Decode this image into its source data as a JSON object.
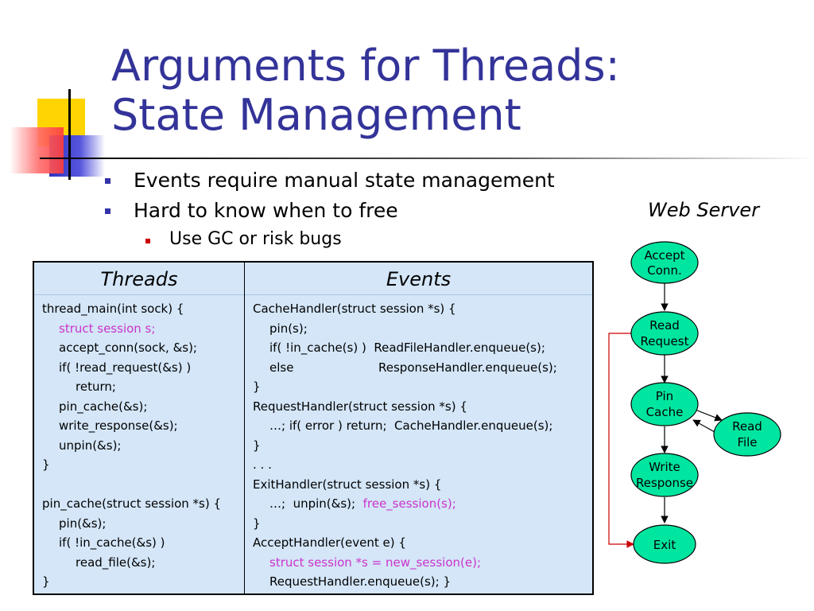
{
  "slide": {
    "title_lines": [
      "Arguments for Threads:",
      "State Management"
    ],
    "bullets": [
      "Events require manual state management",
      "Hard to know when to free"
    ],
    "sub_bullets": [
      "Use GC or risk bugs"
    ]
  },
  "table": {
    "threads_header": "Threads",
    "events_header": "Events",
    "threads_lines": [
      {
        "text": "thread_main(int sock) {",
        "indent": 0,
        "hl": false
      },
      {
        "text": "struct session s;",
        "indent": 1,
        "hl": true
      },
      {
        "text": "accept_conn(sock, &s);",
        "indent": 1,
        "hl": false
      },
      {
        "text": "if( !read_request(&s) )",
        "indent": 1,
        "hl": false
      },
      {
        "text": "return;",
        "indent": 2,
        "hl": false
      },
      {
        "text": "pin_cache(&s);",
        "indent": 1,
        "hl": false
      },
      {
        "text": "write_response(&s);",
        "indent": 1,
        "hl": false
      },
      {
        "text": "unpin(&s);",
        "indent": 1,
        "hl": false
      },
      {
        "text": "}",
        "indent": 0,
        "hl": false
      },
      {
        "text": "",
        "indent": 0,
        "hl": false
      },
      {
        "text": "pin_cache(struct session *s) {",
        "indent": 0,
        "hl": false
      },
      {
        "text": "pin(&s);",
        "indent": 1,
        "hl": false
      },
      {
        "text": "if( !in_cache(&s) )",
        "indent": 1,
        "hl": false
      },
      {
        "text": "read_file(&s);",
        "indent": 2,
        "hl": false
      },
      {
        "text": "}",
        "indent": 0,
        "hl": false
      }
    ],
    "events_lines": [
      {
        "parts": [
          {
            "text": "CacheHandler(struct session *s) {",
            "hl": false
          }
        ],
        "indent": 0
      },
      {
        "parts": [
          {
            "text": "pin(s);",
            "hl": false
          }
        ],
        "indent": 1
      },
      {
        "parts": [
          {
            "text": "if( !in_cache(s) )  ReadFileHandler.enqueue(s);",
            "hl": false
          }
        ],
        "indent": 1
      },
      {
        "parts": [
          {
            "text": "else",
            "hl": false,
            "tab": 137
          },
          {
            "text": "ResponseHandler.enqueue(s);",
            "hl": false
          }
        ],
        "indent": 1
      },
      {
        "parts": [
          {
            "text": "}",
            "hl": false
          }
        ],
        "indent": 0
      },
      {
        "parts": [
          {
            "text": "RequestHandler(struct session *s) {",
            "hl": false
          }
        ],
        "indent": 0
      },
      {
        "parts": [
          {
            "text": "…; if( error ) return;  CacheHandler.enqueue(s);",
            "hl": false
          }
        ],
        "indent": 1
      },
      {
        "parts": [
          {
            "text": "}",
            "hl": false
          }
        ],
        "indent": 0
      },
      {
        "parts": [
          {
            "text": ". . .",
            "hl": false
          }
        ],
        "indent": 0
      },
      {
        "parts": [
          {
            "text": "ExitHandler(struct session *s) {",
            "hl": false
          }
        ],
        "indent": 0
      },
      {
        "parts": [
          {
            "text": "…;  unpin(&s);  ",
            "hl": false
          },
          {
            "text": "free_session(s);",
            "hl": true
          }
        ],
        "indent": 1
      },
      {
        "parts": [
          {
            "text": "}",
            "hl": false
          }
        ],
        "indent": 0
      },
      {
        "parts": [
          {
            "text": "AcceptHandler(event e) {",
            "hl": false
          }
        ],
        "indent": 0
      },
      {
        "parts": [
          {
            "text": "struct session *s = new_session(e);",
            "hl": true
          }
        ],
        "indent": 1
      },
      {
        "parts": [
          {
            "text": "RequestHandler.enqueue(s); }",
            "hl": false
          }
        ],
        "indent": 1
      }
    ]
  },
  "diagram": {
    "label": "Web Server",
    "nodes": [
      {
        "id": "accept",
        "lines": [
          "Accept",
          "Conn."
        ]
      },
      {
        "id": "read-request",
        "lines": [
          "Read",
          "Request"
        ]
      },
      {
        "id": "pin-cache",
        "lines": [
          "Pin",
          "Cache"
        ]
      },
      {
        "id": "read-file",
        "lines": [
          "Read",
          "File"
        ]
      },
      {
        "id": "write-response",
        "lines": [
          "Write",
          "Response"
        ]
      },
      {
        "id": "exit",
        "lines": [
          "Exit"
        ]
      }
    ]
  },
  "colors": {
    "title": "#333399",
    "highlight": "#cc33cc",
    "table_bg": "#d4e6f8",
    "node_fill": "#00e5a0",
    "error_path": "#cc0000"
  }
}
